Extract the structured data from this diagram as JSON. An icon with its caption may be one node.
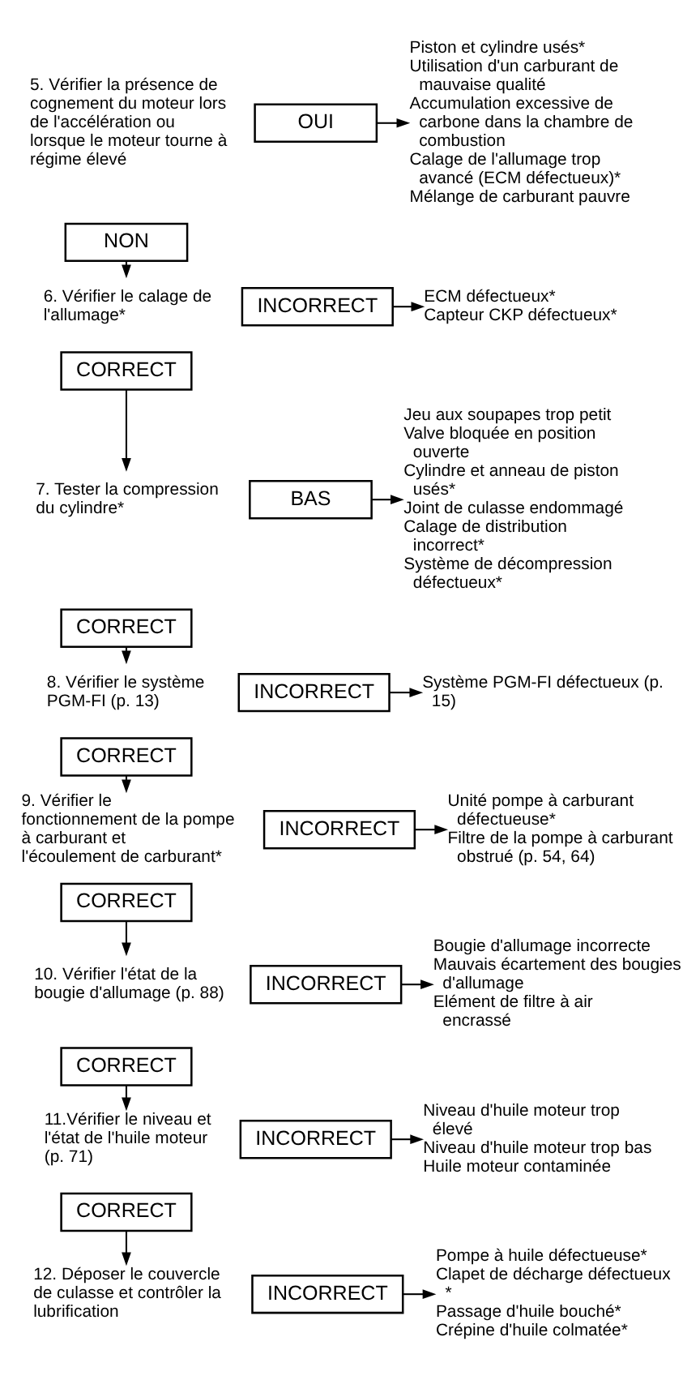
{
  "diagram": {
    "nodes": [
      {
        "text": [
          "5. Vérifier la présence de cognement du moteur lors de l'accélération ou lorsque le moteur tourne à régime élevé"
        ]
      },
      {
        "text": [
          "OUI"
        ]
      },
      {
        "text": [
          "Piston et cylindre usés*",
          "Utilisation d'un carburant de mauvaise qualité",
          "Accumulation excessive de carbone dans la chambre de combustion",
          "Calage de l'allumage trop avancé (ECM défectueux)*",
          "Mélange de carburant pauvre"
        ]
      },
      {
        "text": [
          "NON"
        ]
      },
      {
        "text": [
          "6. Vérifier le calage de l'allumage*"
        ]
      },
      {
        "text": [
          "INCORRECT"
        ]
      },
      {
        "text": [
          "ECM défectueux*",
          "Capteur CKP défectueux*"
        ]
      },
      {
        "text": [
          "CORRECT"
        ]
      },
      {
        "text": [
          "7. Tester la compression du cylindre*"
        ]
      },
      {
        "text": [
          "BAS"
        ]
      },
      {
        "text": [
          "Jeu aux soupapes trop petit",
          "Valve bloquée en position ouverte",
          "Cylindre et anneau de piston usés*",
          "Joint de culasse endommagé",
          "Calage de distribution incorrect*",
          "Système de décompression défectueux*"
        ]
      },
      {
        "text": [
          "CORRECT"
        ]
      },
      {
        "text": [
          "8. Vérifier le système PGM-FI (p. 13)"
        ]
      },
      {
        "text": [
          "INCORRECT"
        ]
      },
      {
        "text": [
          "Système PGM-FI défectueux (p. 15)"
        ]
      },
      {
        "text": [
          "CORRECT"
        ]
      },
      {
        "text": [
          "9. Vérifier le fonctionnement de la pompe à carburant et l'écoulement de carburant*"
        ]
      },
      {
        "text": [
          "INCORRECT"
        ]
      },
      {
        "text": [
          "Unité pompe à carburant défectueuse*",
          "Filtre de la pompe à carburant obstrué (p. 54, 64)"
        ]
      },
      {
        "text": [
          "CORRECT"
        ]
      },
      {
        "text": [
          "10. Vérifier l'état de la bougie d'allumage (p. 88)"
        ]
      },
      {
        "text": [
          "INCORRECT"
        ]
      },
      {
        "text": [
          "Bougie d'allumage incorrecte",
          "Mauvais écartement des bougies d'allumage",
          "Elément de filtre à air encrassé"
        ]
      },
      {
        "text": [
          "CORRECT"
        ]
      },
      {
        "text": [
          "11.Vérifier le niveau et l'état de l'huile moteur (p. 71)"
        ]
      },
      {
        "text": [
          "INCORRECT"
        ]
      },
      {
        "text": [
          "Niveau d'huile moteur trop élevé",
          "Niveau d'huile moteur trop bas",
          "Huile moteur contaminée"
        ]
      },
      {
        "text": [
          "CORRECT"
        ]
      },
      {
        "text": [
          "12. Déposer le couvercle de culasse et contrôler la lubrification"
        ]
      },
      {
        "text": [
          "INCORRECT"
        ]
      },
      {
        "text": [
          "Pompe à huile défectueuse*",
          "Clapet de décharge défectueux *",
          "Passage d'huile bouché*",
          "Crépine d'huile colmatée*"
        ]
      }
    ],
    "edges": [
      {
        "from": 1,
        "to": 2,
        "arrow": "to"
      },
      {
        "from": 3,
        "to": 4,
        "arrow": "to"
      },
      {
        "from": 5,
        "to": 6,
        "arrow": "to"
      },
      {
        "from": 7,
        "to": 8,
        "arrow": "to"
      },
      {
        "from": 9,
        "to": 10,
        "arrow": "to"
      },
      {
        "from": 11,
        "to": 12,
        "arrow": "to"
      },
      {
        "from": 13,
        "to": 14,
        "arrow": "to"
      },
      {
        "from": 15,
        "to": 16,
        "arrow": "to"
      },
      {
        "from": 17,
        "to": 18,
        "arrow": "to"
      },
      {
        "from": 19,
        "to": 20,
        "arrow": "to"
      },
      {
        "from": 21,
        "to": 22,
        "arrow": "to"
      },
      {
        "from": 23,
        "to": 24,
        "arrow": "to"
      },
      {
        "from": 25,
        "to": 26,
        "arrow": "to"
      },
      {
        "from": 27,
        "to": 28,
        "arrow": "to"
      },
      {
        "from": 29,
        "to": 30,
        "arrow": "to"
      }
    ]
  }
}
